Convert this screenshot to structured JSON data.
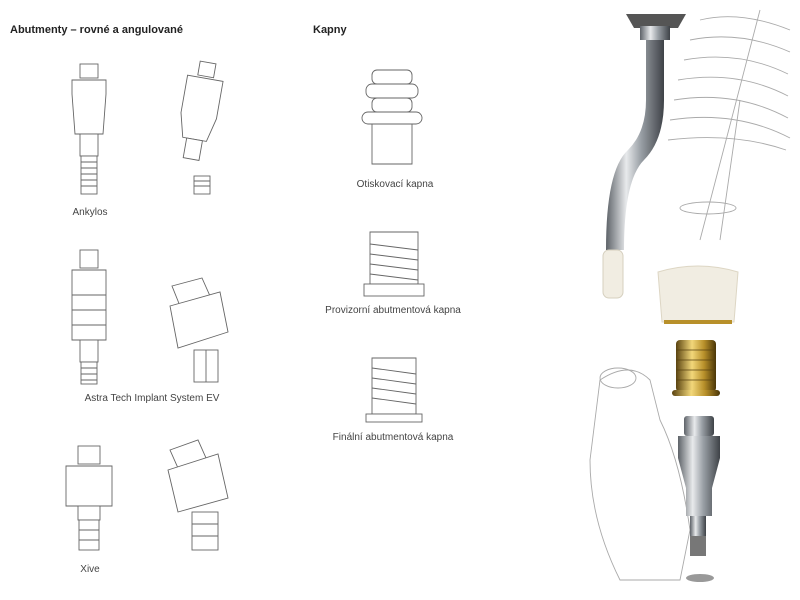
{
  "abutments": {
    "heading": "Abutmenty – rovné a angulované",
    "systems": [
      {
        "label": "Ankylos"
      },
      {
        "label": "Astra Tech Implant System EV"
      },
      {
        "label": "Xive"
      }
    ]
  },
  "caps": {
    "heading": "Kapny",
    "items": [
      {
        "label": "Otiskovací kapna"
      },
      {
        "label": "Provizorní abutmentová kapna"
      },
      {
        "label": "Finální abutmentová kapna"
      }
    ]
  },
  "colors": {
    "metal": "#8a8f96",
    "gold": "#b8902a",
    "ceramic": "#f1ede2"
  }
}
